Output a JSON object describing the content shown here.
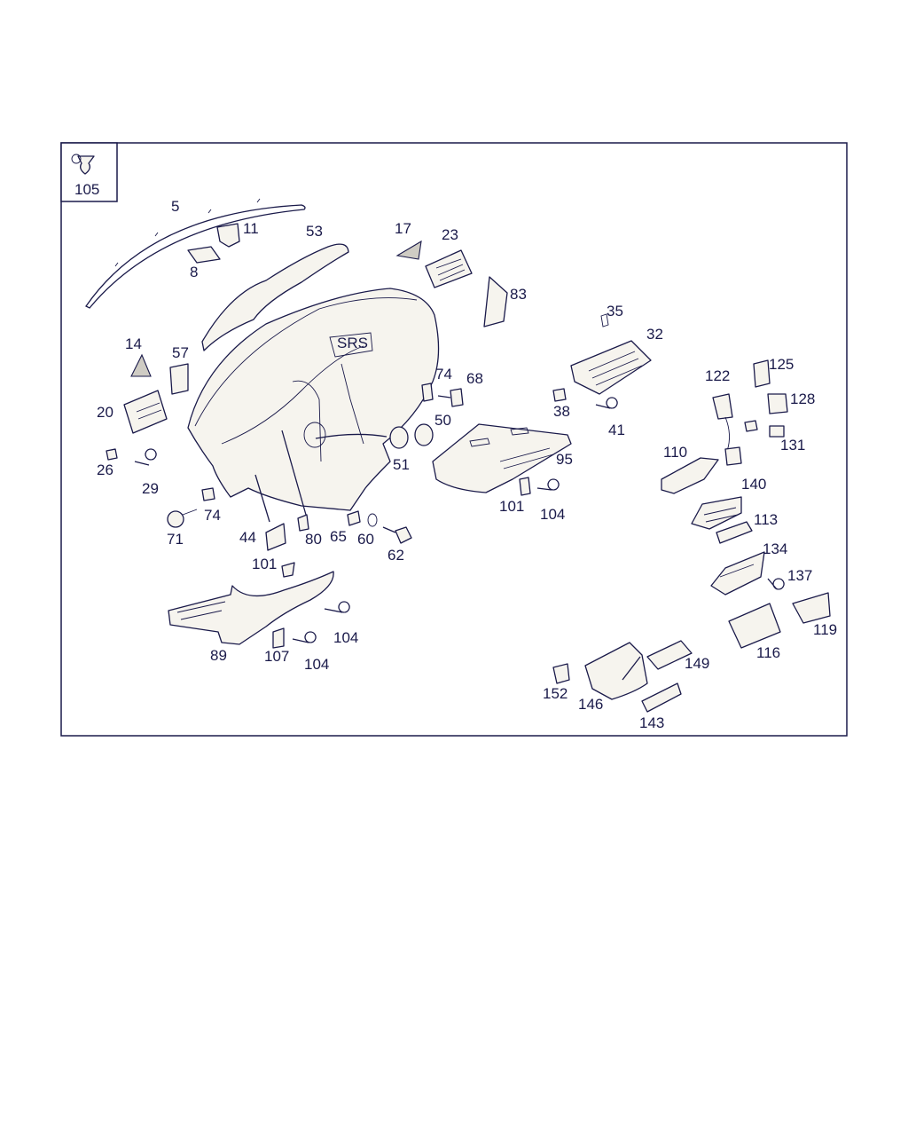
{
  "inset": {
    "part_number": "105"
  },
  "dashboard_logo": "SRS",
  "labels": {
    "p5": "5",
    "p11": "11",
    "p8": "8",
    "p53": "53",
    "p17": "17",
    "p23": "23",
    "p83": "83",
    "p14": "14",
    "p57": "57",
    "p20": "20",
    "p26": "26",
    "p29": "29",
    "p74a": "74",
    "p71": "71",
    "p44": "44",
    "p80": "80",
    "p65": "65",
    "p60": "60",
    "p62": "62",
    "p101a": "101",
    "p89": "89",
    "p107": "107",
    "p104a": "104",
    "p104b": "104",
    "p74b": "74",
    "p68": "68",
    "p50": "50",
    "p51": "51",
    "p95": "95",
    "p101b": "101",
    "p104c": "104",
    "p35": "35",
    "p32": "32",
    "p38": "38",
    "p41": "41",
    "p122": "122",
    "p125": "125",
    "p128": "128",
    "p131": "131",
    "p110": "110",
    "p140": "140",
    "p113": "113",
    "p134": "134",
    "p137": "137",
    "p119": "119",
    "p116": "116",
    "p149": "149",
    "p152": "152",
    "p146": "146",
    "p143": "143"
  }
}
